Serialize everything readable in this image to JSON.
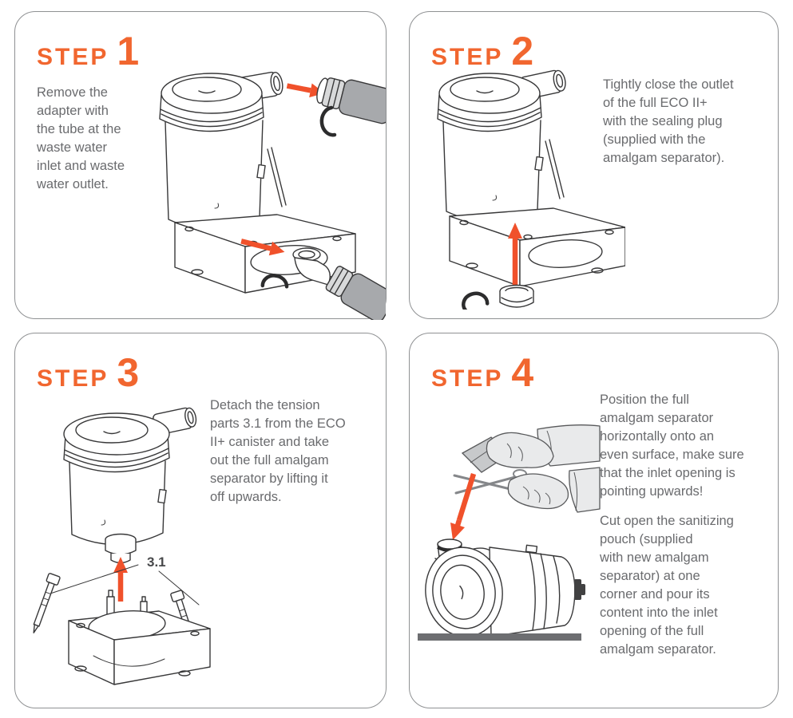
{
  "colors": {
    "step_orange": "#F1662F",
    "arrow_orange": "#F0512B",
    "body_text_gray": "#6A6B6E",
    "panel_border_gray": "#8F9193",
    "line_art": "#383839",
    "hose_gray": "#A7A9AC",
    "hand_gray": "#E9EAEB",
    "ground_gray": "#6D6E71"
  },
  "panels": [
    {
      "step_label": "STEP",
      "step_number": "1",
      "illustration_alt": "Amalgam separator canister on its mounting base; orange arrows show removing the tube adapters at the waste water inlet (top) and waste water outlet (bottom), with retaining clips",
      "paragraphs": [
        [
          "Remove the",
          "adapter with",
          "the tube at the",
          "waste water",
          "inlet and waste",
          "water outlet."
        ]
      ]
    },
    {
      "step_label": "STEP",
      "step_number": "2",
      "illustration_alt": "Canister on mounting base; orange arrow shows inserting the sealing plug from below, retaining clip beside it",
      "paragraphs": [
        [
          "Tightly close the outlet",
          "of the full ECO II+",
          "with the sealing plug",
          "(supplied with the",
          "amalgam separator)."
        ]
      ]
    },
    {
      "step_label": "STEP",
      "step_number": "3",
      "illustration_alt": "Canister lifted upwards off the base bracket; two tension parts labelled 3.1 detached at the sides",
      "callout_label": "3.1",
      "paragraphs": [
        [
          "Detach the tension",
          "parts 3.1 from the ECO",
          "II+ canister and take",
          "out the full amalgam",
          "separator by lifting it",
          "off upwards."
        ]
      ]
    },
    {
      "step_label": "STEP",
      "step_number": "4",
      "illustration_alt": "Hands cutting open a sanitizing pouch with scissors; orange arrow pointing down into the inlet opening of the separator lying horizontally on a surface",
      "paragraphs": [
        [
          "Position the full",
          "amalgam separator",
          "horizontally onto an",
          "even surface, make sure",
          "that the inlet opening is",
          "pointing upwards!"
        ],
        [
          "Cut open the sanitizing",
          "pouch (supplied",
          "with new amalgam",
          "separator) at one",
          "corner and pour its",
          "content into the inlet",
          "opening of the full",
          "amalgam separator."
        ]
      ]
    }
  ]
}
